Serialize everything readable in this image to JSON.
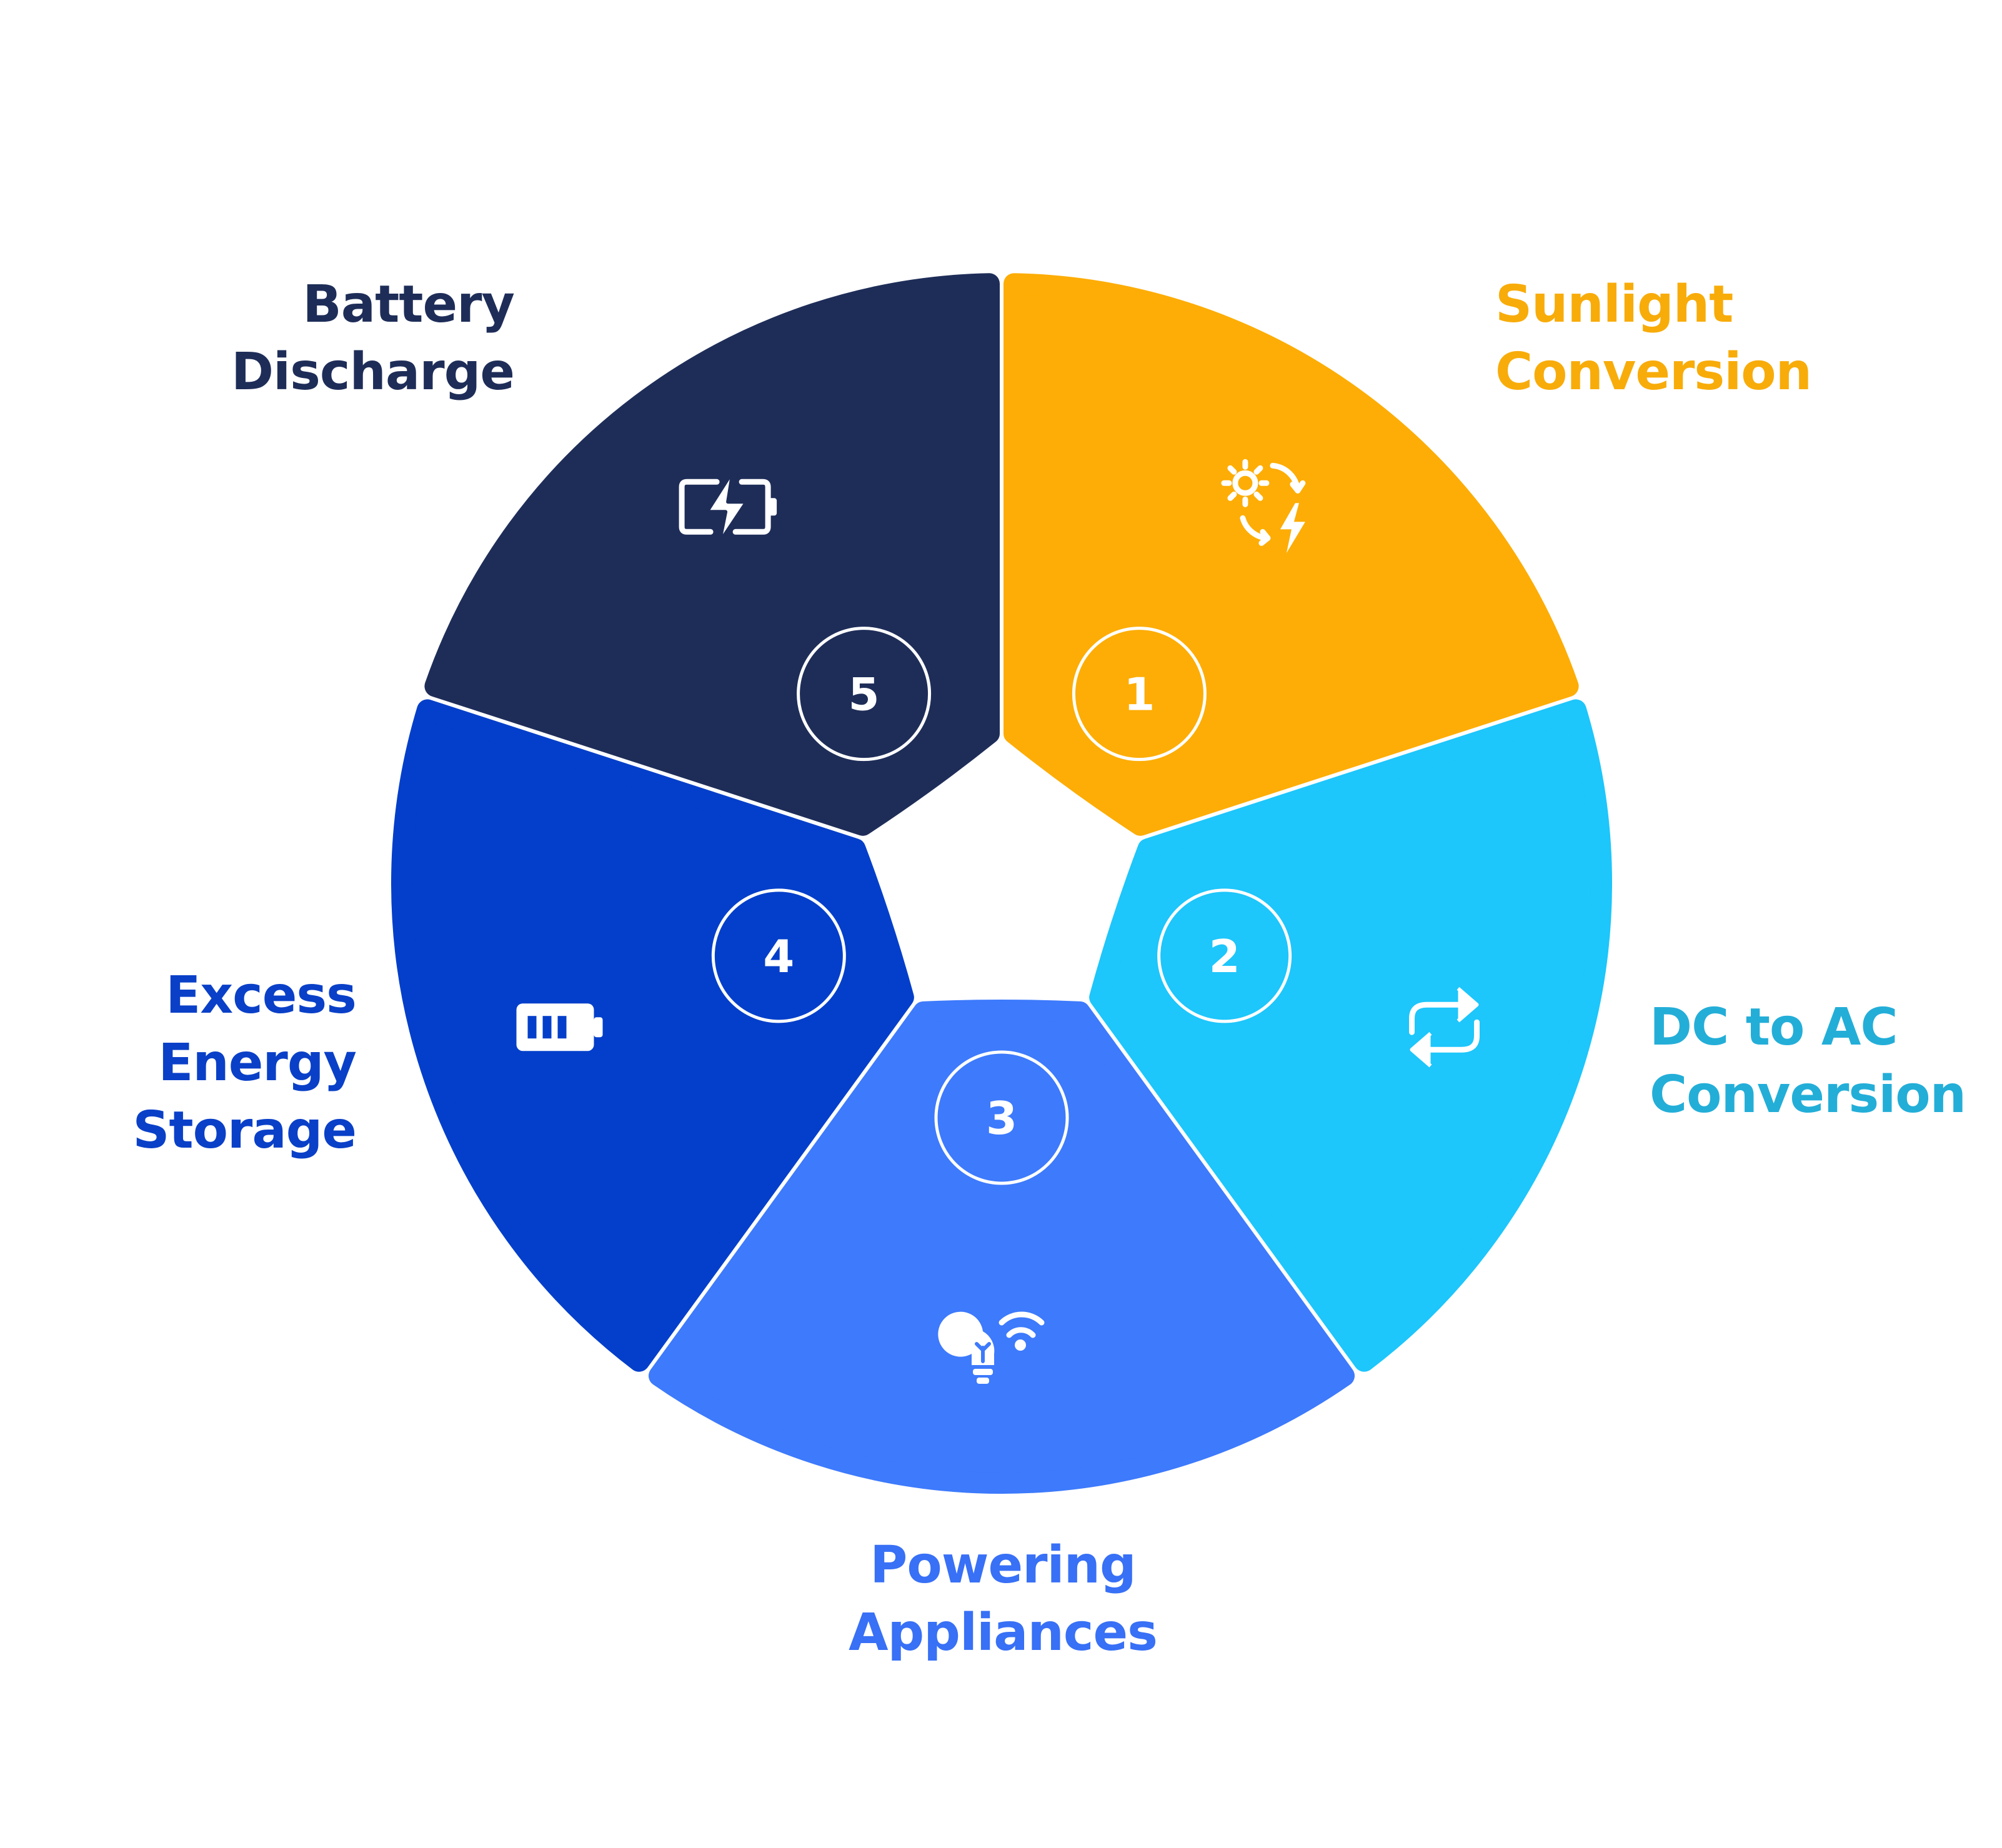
{
  "colors": {
    "background": "#ffffff",
    "stage1": "#FDAD05",
    "stage2": "#1DC6FB",
    "stage3": "#3D7AFC",
    "stage4": "#033FCA",
    "stage5": "#1E2D58",
    "label1": "#F8AC0A",
    "label2": "#23AED8",
    "label3": "#3870F6",
    "label4": "#0A40C8",
    "label5": "#1E2D58",
    "icon": "#ffffff",
    "badge_stroke": "#ffffff"
  },
  "stages": [
    {
      "number": "1",
      "label": [
        "Sunlight",
        "Conversion"
      ],
      "icon": "sun-cycle-bolt-icon"
    },
    {
      "number": "2",
      "label": [
        "DC to AC",
        "Conversion"
      ],
      "icon": "repeat-arrows-icon"
    },
    {
      "number": "3",
      "label": [
        "Powering",
        "Appliances"
      ],
      "icon": "smart-bulb-icon"
    },
    {
      "number": "4",
      "label": [
        "Excess",
        "Energy",
        "Storage"
      ],
      "icon": "battery-level-icon"
    },
    {
      "number": "5",
      "label": [
        "Battery",
        "Discharge"
      ],
      "icon": "battery-charging-icon"
    }
  ]
}
